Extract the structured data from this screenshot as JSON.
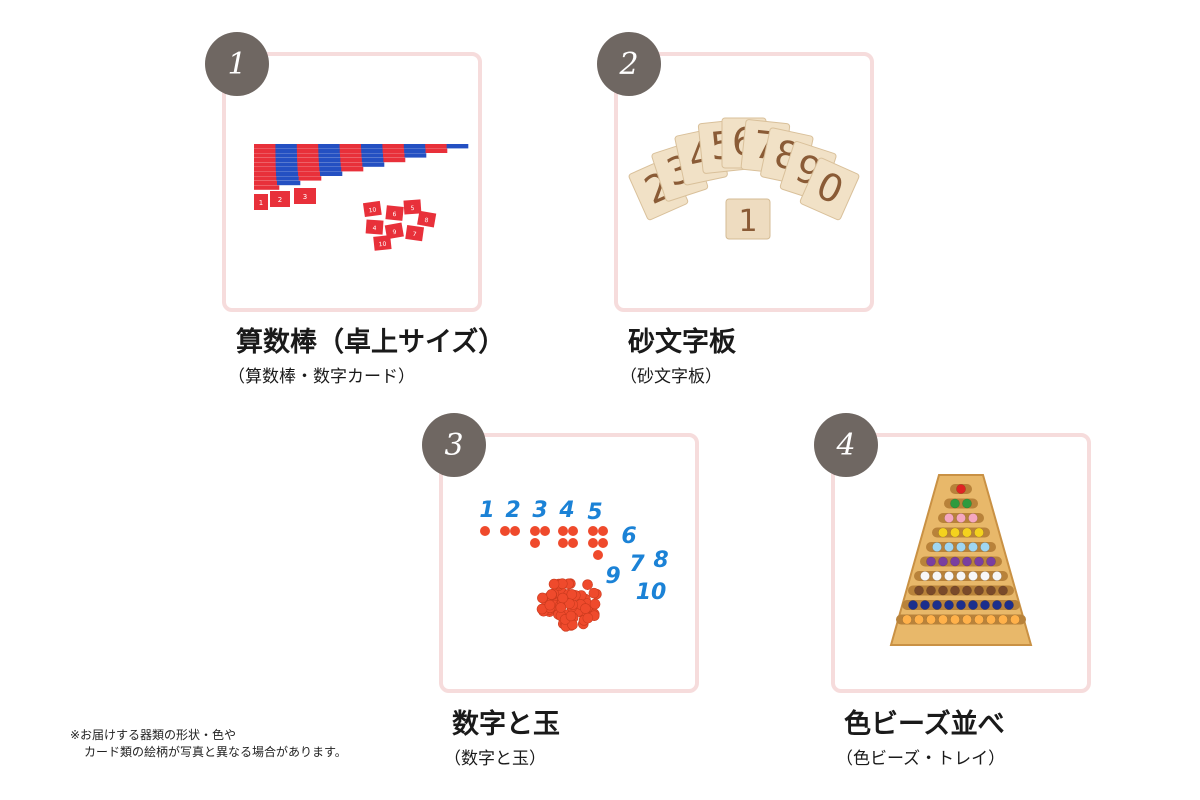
{
  "items": [
    {
      "number": "1",
      "title": "算数棒（卓上サイズ）",
      "subtitle": "（算数棒・数字カード）",
      "tiles": [
        "1",
        "2",
        "3"
      ],
      "cards": [
        "10",
        "6",
        "5",
        "8",
        "4",
        "9",
        "7",
        "10"
      ]
    },
    {
      "number": "2",
      "title": "砂文字板",
      "subtitle": "（砂文字板）",
      "digits": [
        "2",
        "3",
        "4",
        "5",
        "6",
        "7",
        "8",
        "9",
        "0"
      ],
      "one": "1"
    },
    {
      "number": "3",
      "title": "数字と玉",
      "subtitle": "（数字と玉）",
      "numerals": [
        "1",
        "2",
        "3",
        "4",
        "5",
        "6",
        "7",
        "8",
        "9",
        "10"
      ]
    },
    {
      "number": "4",
      "title": "色ビーズ並べ",
      "subtitle": "（色ビーズ・トレイ）"
    }
  ],
  "note": {
    "line1": "※お届けする器類の形状・色や",
    "line2": "カード類の絵柄が写真と異なる場合があります。"
  },
  "colors": {
    "frame": "#f6dcdc",
    "badge": "#6f6762",
    "rod_red": "#e8303a",
    "rod_blue": "#2450c2",
    "numeral_blue": "#1b82d6",
    "bead_red": "#ef4a2c",
    "wood": "#e8b86a"
  }
}
